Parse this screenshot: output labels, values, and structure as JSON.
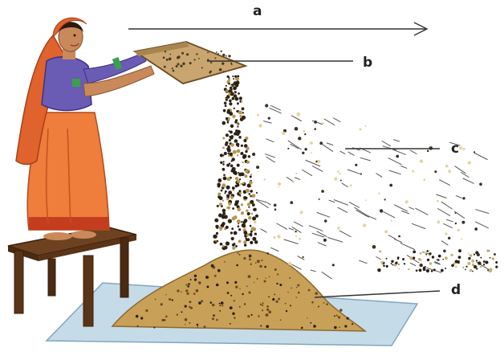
{
  "labels": {
    "a": "a",
    "b": "b",
    "c": "c",
    "d": "d"
  },
  "colors": {
    "sari": "#ef7d3b",
    "sari_dark": "#d9572a",
    "blouse": "#6a5bb5",
    "stool": "#5a3418",
    "grain_heap": "#c9a058",
    "husk": "#e4d49a",
    "sheet": "#c6dbe8"
  },
  "icons": {
    "woman": "woman-winnowing-figure",
    "stool": "wooden-stool",
    "tray": "winnowing-tray",
    "heap": "grain-heap",
    "sheet": "ground-sheet",
    "wind": "wind-arrow"
  }
}
